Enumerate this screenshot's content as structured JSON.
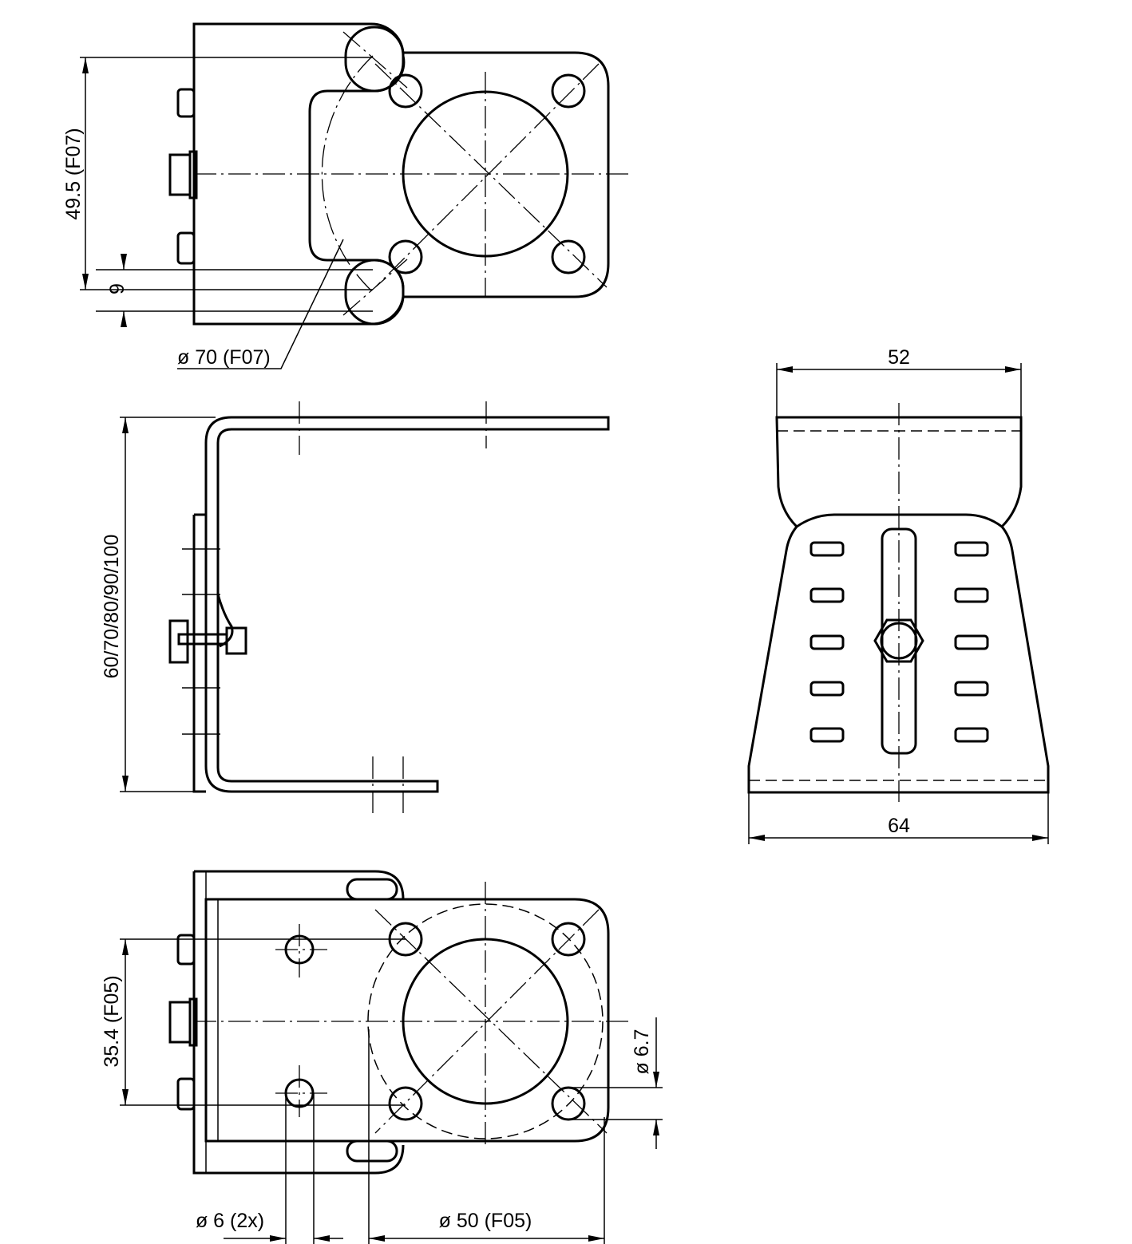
{
  "title": "Mounting bracket dimension drawing",
  "top_view": {
    "dim_height": "49.5 (F07)",
    "dim_slot": "9",
    "dim_circle": "ø 70 (F07)"
  },
  "side_view": {
    "dim_height": "60/70/80/90/100"
  },
  "front_view": {
    "dim_top": "52",
    "dim_bottom": "64"
  },
  "bottom_view": {
    "dim_height": "35.4 (F05)",
    "dim_hole": "ø 6.7",
    "dim_small_holes": "ø 6 (2x)",
    "dim_circle": "ø 50 (F05)"
  }
}
